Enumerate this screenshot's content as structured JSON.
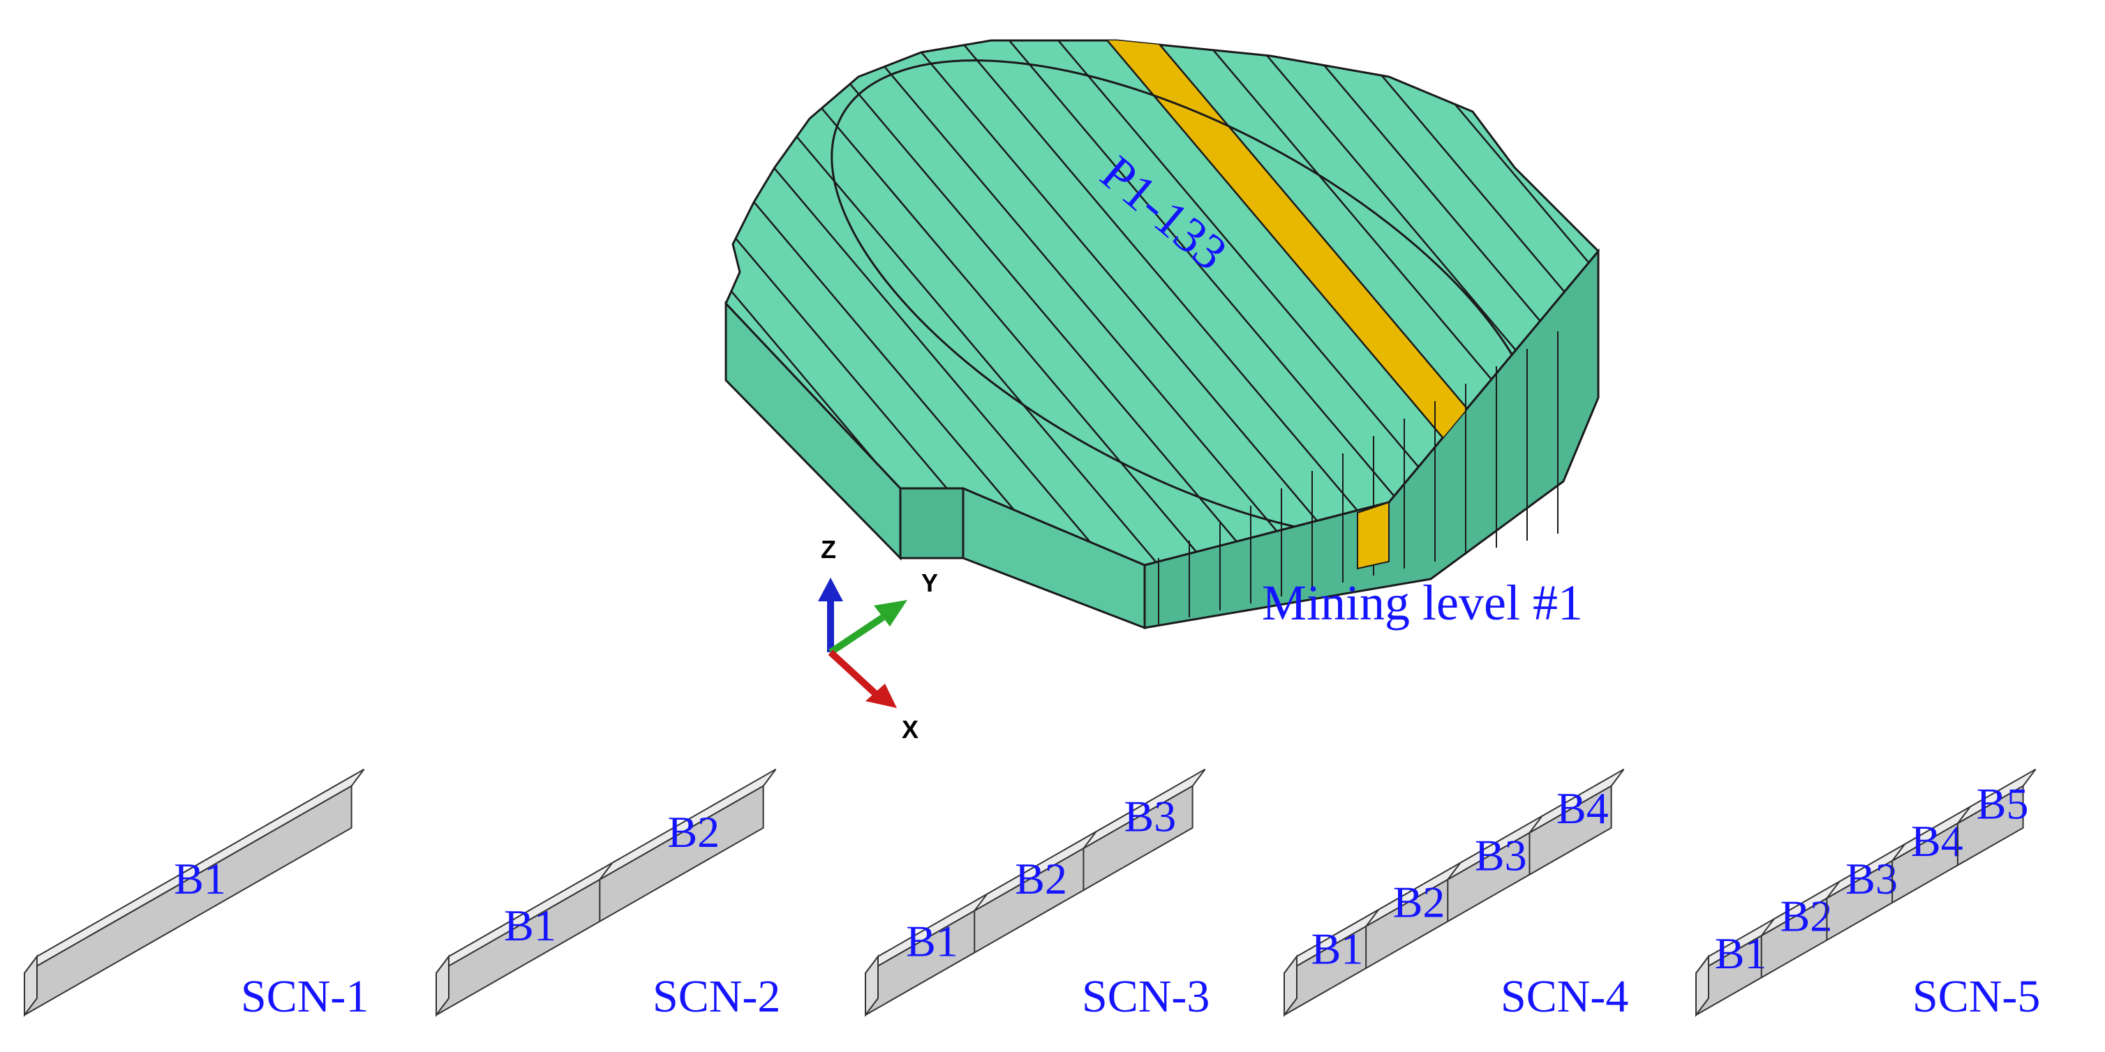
{
  "model": {
    "highlight_label": "P1-133",
    "level_label": "Mining level #1",
    "block_color": "#6ad6b0",
    "block_side_color": "#4fb893",
    "block_front_color": "#5cc8a2",
    "highlight_color": "#e8b800",
    "edge_color": "#1a1a1a"
  },
  "axes": {
    "z": "Z",
    "y": "Y",
    "x": "X",
    "z_color": "#1a24c8",
    "y_color": "#2aa82a",
    "x_color": "#cc1a1a"
  },
  "scenarios": [
    {
      "name": "SCN-1",
      "blocks": [
        "B1"
      ]
    },
    {
      "name": "SCN-2",
      "blocks": [
        "B1",
        "B2"
      ]
    },
    {
      "name": "SCN-3",
      "blocks": [
        "B1",
        "B2",
        "B3"
      ]
    },
    {
      "name": "SCN-4",
      "blocks": [
        "B1",
        "B2",
        "B3",
        "B4"
      ]
    },
    {
      "name": "SCN-5",
      "blocks": [
        "B1",
        "B2",
        "B3",
        "B4",
        "B5"
      ]
    }
  ],
  "bar_colors": {
    "top": "#ebebeb",
    "front": "#c8c8c8",
    "end": "#dcdcdc",
    "edge": "#333333"
  },
  "label_color": "#1414ff"
}
